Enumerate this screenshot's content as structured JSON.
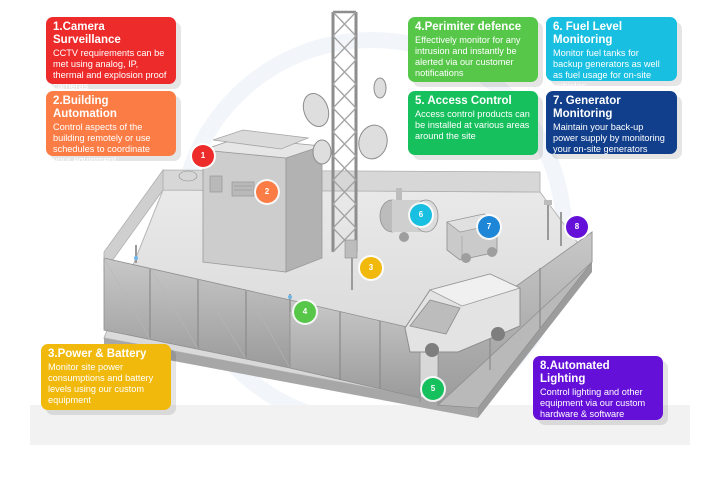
{
  "colors": {
    "camera": "#ee2b2b",
    "building": "#fb7d45",
    "perimeter": "#57c74a",
    "access": "#16c05d",
    "fuel": "#18bfe0",
    "generator": "#113f8c",
    "power": "#f1b90c",
    "lighting": "#6410d8"
  },
  "cards": {
    "camera": {
      "title": "1.Camera Surveillance",
      "body": "CCTV requirements can be met using analog, IP, thermal and explosion proof cameras"
    },
    "building": {
      "title": "2.Building Automation",
      "body": "Control aspects of the building remotely or use schedules to coordinate your equipment."
    },
    "power": {
      "title": "3.Power & Battery",
      "body": "Monitor site power consumptions and battery levels using our custom equipment"
    },
    "perimeter": {
      "title": "4.Perimiter defence",
      "body": "Effectively monitor for any intrusion and instantly be alerted via our customer notifications"
    },
    "access": {
      "title": "5. Access Control",
      "body": "Access control products can be installed at various areas around the site"
    },
    "fuel": {
      "title": "6. Fuel Level Monitoring",
      "body": "Monitor fuel tanks for backup generators as well as fuel usage for on-site vehicles."
    },
    "generator": {
      "title": "7. Generator Monitoring",
      "body": "Maintain your back-up power supply by monitoring your on-site generators"
    },
    "lighting": {
      "title": "8.Automated Lighting",
      "body": "Control lighting and other equipment via our custom hardware & software"
    }
  },
  "markers": {
    "m1": "1",
    "m2": "2",
    "m3": "3",
    "m4": "4",
    "m5": "5",
    "m6": "6",
    "m7": "7",
    "m8": "8"
  }
}
